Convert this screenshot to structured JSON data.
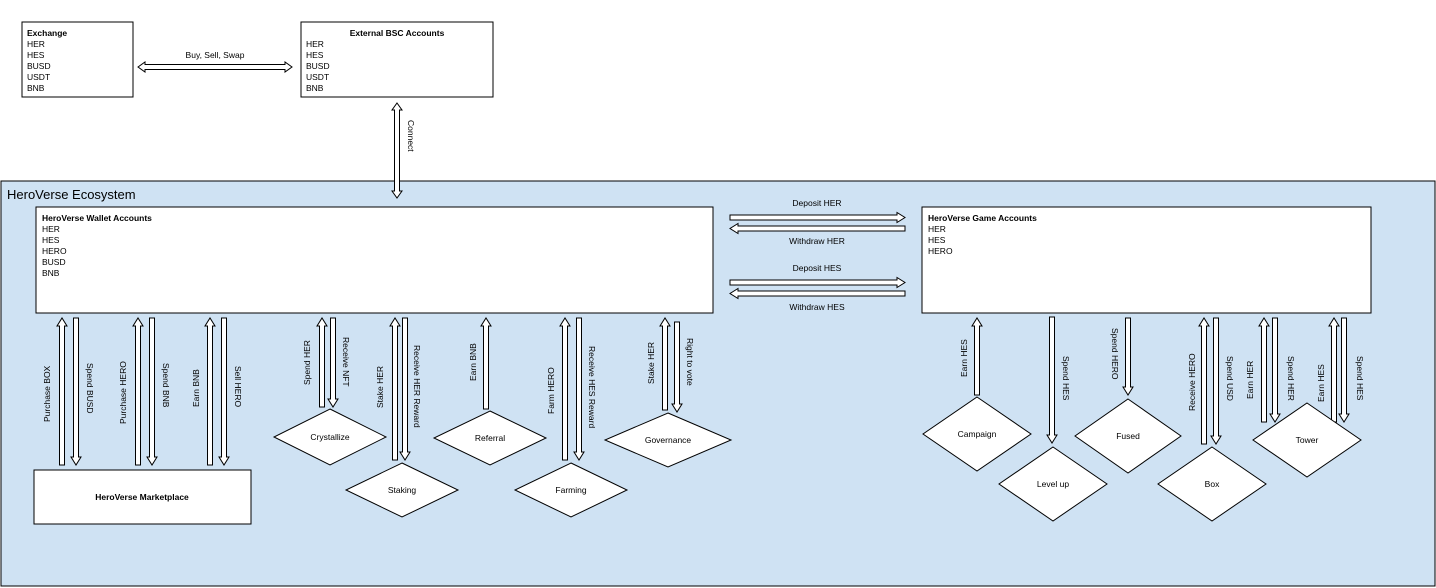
{
  "exchange": {
    "title": "Exchange",
    "items": [
      "HER",
      "HES",
      "BUSD",
      "USDT",
      "BNB"
    ]
  },
  "external_bsc": {
    "title": "External BSC Accounts",
    "items": [
      "HER",
      "HES",
      "BUSD",
      "USDT",
      "BNB"
    ]
  },
  "link_exchange_bsc": "Buy, Sell, Swap",
  "link_connect": "Connect",
  "ecosystem": {
    "title": "HeroVerse Ecosystem"
  },
  "wallet": {
    "title": "HeroVerse Wallet Accounts",
    "items": [
      "HER",
      "HES",
      "HERO",
      "BUSD",
      "BNB"
    ]
  },
  "game": {
    "title": "HeroVerse Game Accounts",
    "items": [
      "HER",
      "HES",
      "HERO"
    ]
  },
  "transfers": {
    "deposit_her": "Deposit HER",
    "withdraw_her": "Withdraw HER",
    "deposit_hes": "Deposit HES",
    "withdraw_hes": "Withdraw HES"
  },
  "marketplace": {
    "title": "HeroVerse Marketplace"
  },
  "wallet_flows": {
    "purchase_box": "Purchase BOX",
    "spend_busd": "Spend BUSD",
    "purchase_hero": "Purchase HERO",
    "spend_bnb": "Spend BNB",
    "earn_bnb_market": "Earn BNB",
    "sell_hero": "Sell HERO",
    "spend_her": "Spend HER",
    "receive_nft": "Receive NFT",
    "stake_her_staking": "Stake HER",
    "receive_her_reward": "Receive HER Reward",
    "earn_bnb_referral": "Earn BNB",
    "farm_hero": "Farm HERO",
    "receive_hes_reward": "Receive HES Reward",
    "stake_her_gov": "Stake HER",
    "right_to_vote": "Right to vote"
  },
  "wallet_nodes": {
    "crystallize": "Crystallize",
    "staking": "Staking",
    "referral": "Referral",
    "farming": "Farming",
    "governance": "Governance"
  },
  "game_flows": {
    "earn_hes_campaign": "Earn HES",
    "spend_hes_levelup": "Spend HES",
    "spend_hero_fused": "Spend HERO",
    "receive_hero_box": "Receive HERO",
    "spend_usd_box": "Spend USD",
    "earn_her_tower": "Earn HER",
    "spend_her_tower": "Spend HER",
    "earn_hes_tower": "Earn HES",
    "spend_hes_tower": "Spend HES"
  },
  "game_nodes": {
    "campaign": "Campaign",
    "level_up": "Level up",
    "fused": "Fused",
    "box": "Box",
    "tower": "Tower"
  },
  "colors": {
    "ecosystem_fill": "#cfe2f3",
    "stroke": "#000000",
    "box_fill": "#ffffff"
  }
}
